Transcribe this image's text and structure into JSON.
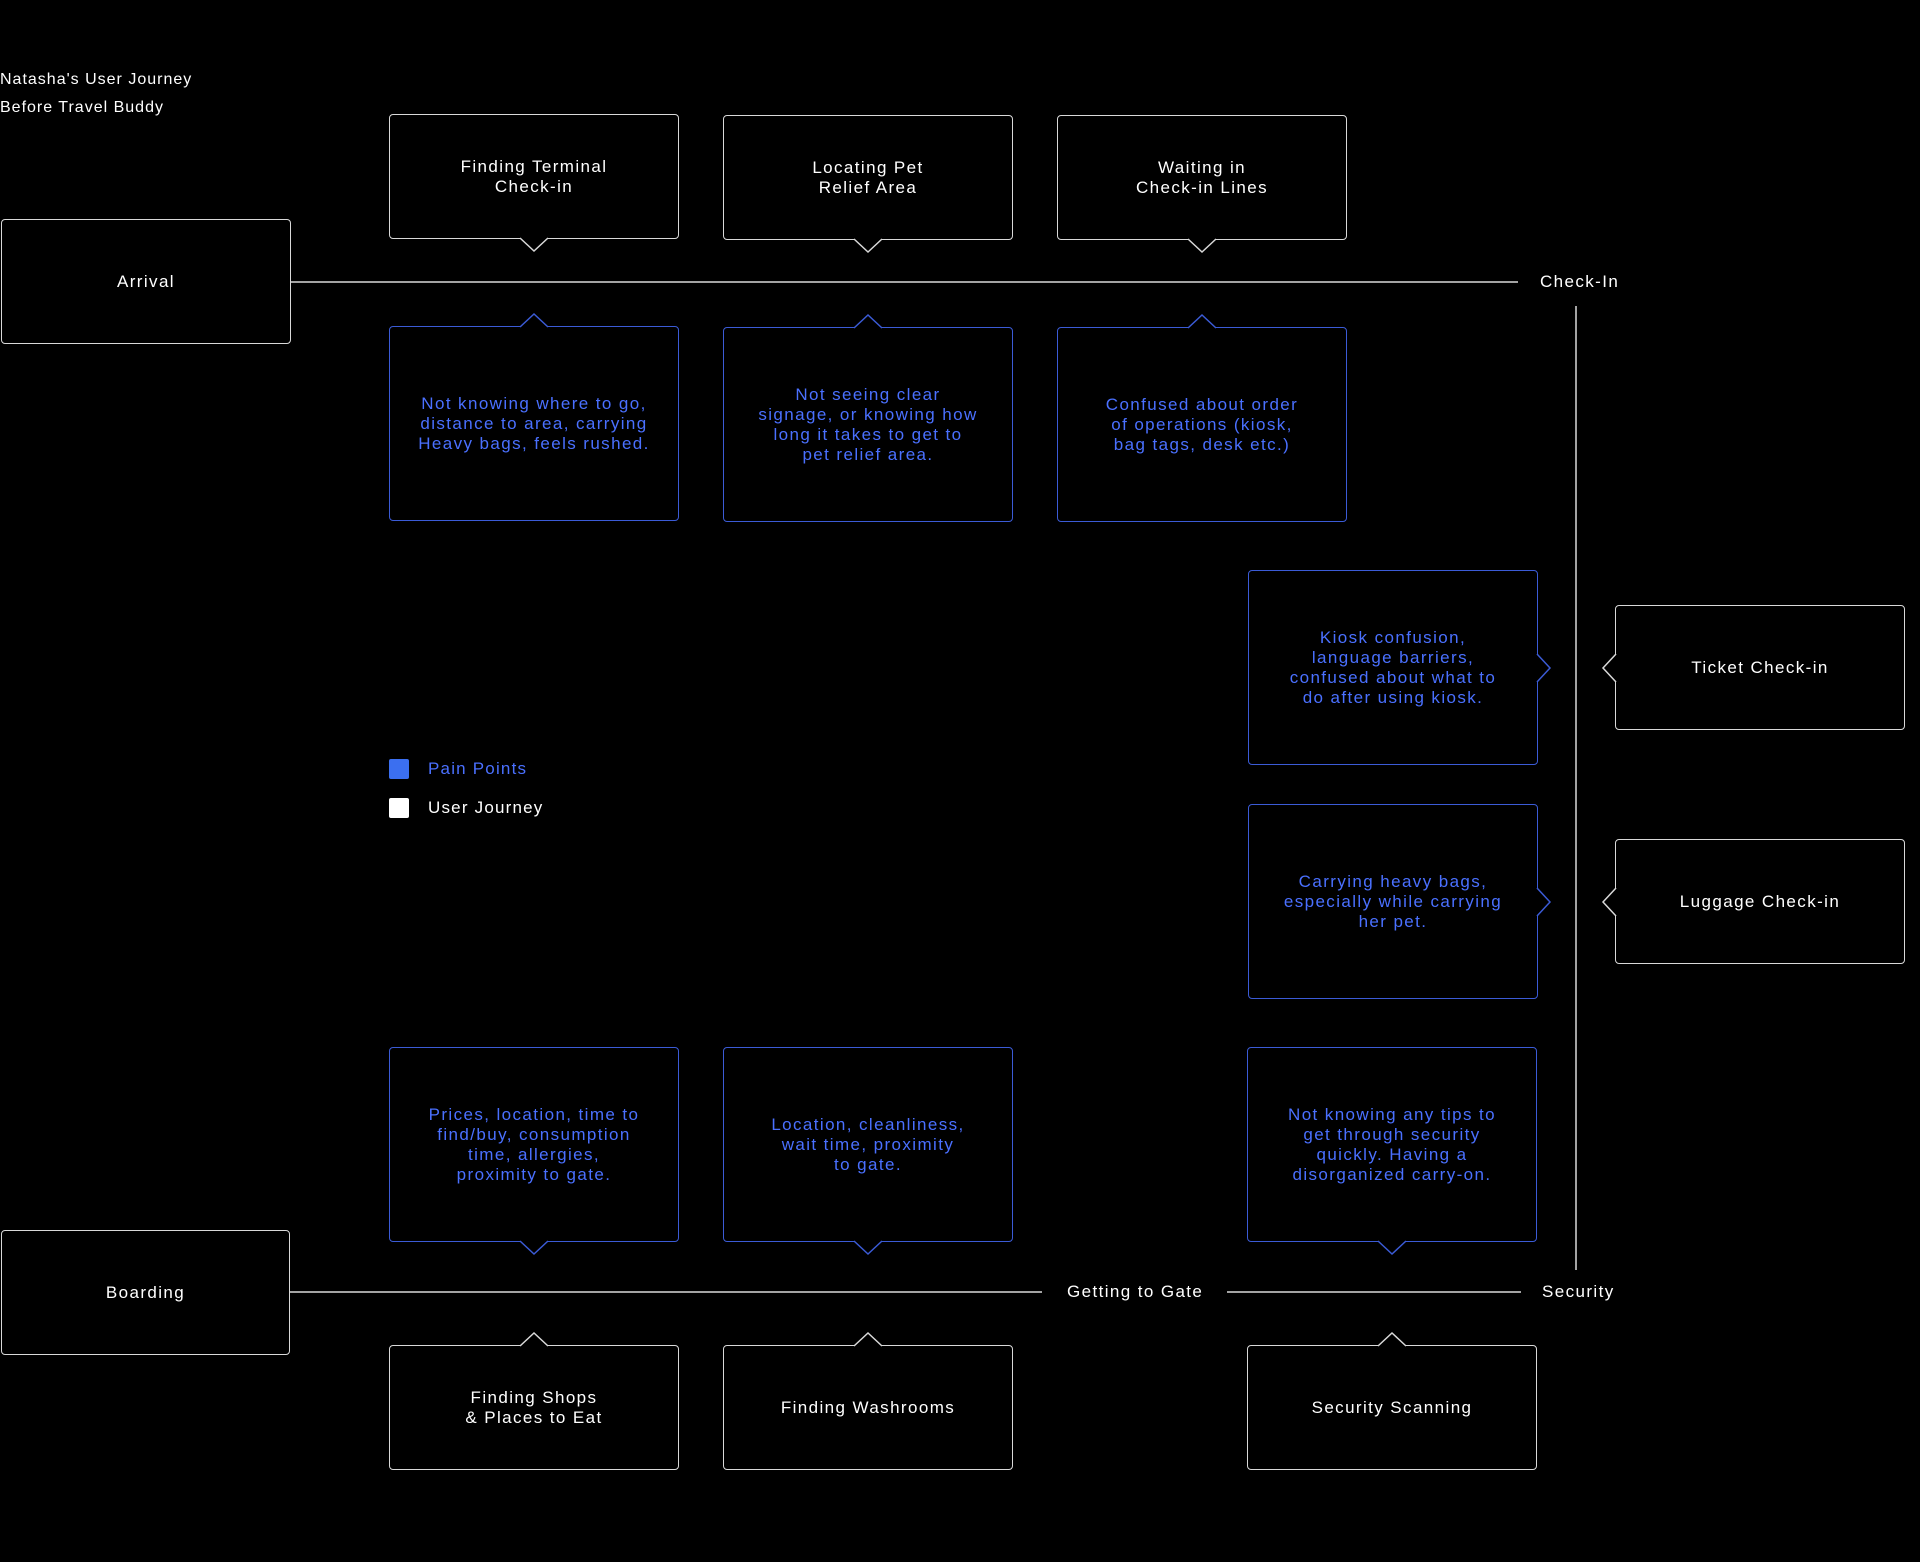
{
  "title_lines": [
    "Natasha's User Journey",
    "Before Travel Buddy"
  ],
  "colors": {
    "background": "#000000",
    "journey": "#ffffff",
    "pain": "#4a70ff",
    "pain_border": "#3b5bd6",
    "line": "#d9d9d9"
  },
  "stages": {
    "arrival": "Arrival",
    "check_in": "Check-In",
    "security": "Security",
    "getting_to_gate": "Getting to Gate",
    "boarding": "Boarding"
  },
  "journey": {
    "finding_terminal": "Finding Terminal\nCheck-in",
    "locating_pet_relief": "Locating Pet\nRelief Area",
    "waiting_lines": "Waiting in\nCheck-in Lines",
    "ticket_checkin": "Ticket Check-in",
    "luggage_checkin": "Luggage Check-in",
    "security_scanning": "Security Scanning",
    "finding_washrooms": "Finding Washrooms",
    "finding_shops": "Finding Shops\n& Places to Eat"
  },
  "pain_points": {
    "finding_terminal": "Not knowing where to go,\ndistance to area, carrying\nHeavy bags, feels rushed.",
    "locating_pet_relief": "Not seeing clear\nsignage, or knowing how\nlong it takes to get to\npet relief area.",
    "waiting_lines": "Confused about order\nof operations (kiosk,\nbag tags, desk etc.)",
    "ticket_checkin": "Kiosk confusion,\nlanguage barriers,\nconfused about what to\ndo after using kiosk.",
    "luggage_checkin": "Carrying heavy bags,\nespecially while carrying\nher pet.",
    "security_scanning": "Not knowing any tips to\nget through security\nquickly. Having a\ndisorganized carry-on.",
    "finding_washrooms": "Location, cleanliness,\nwait time, proximity\nto gate.",
    "finding_shops": "Prices, location, time to\nfind/buy, consumption\ntime, allergies,\nproximity to gate."
  },
  "legend": [
    {
      "label": "Pain Points",
      "color": "#3b6ff0"
    },
    {
      "label": "User Journey",
      "color": "#ffffff"
    }
  ]
}
